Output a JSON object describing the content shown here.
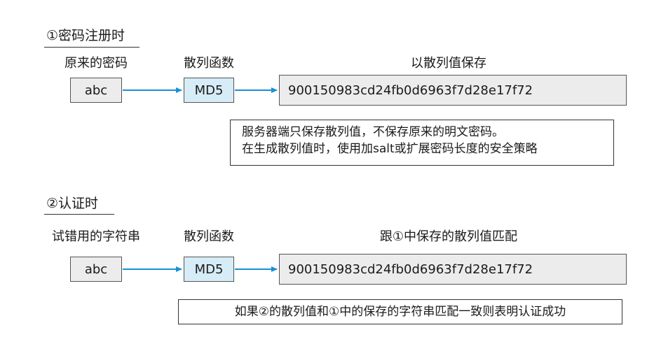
{
  "registration": {
    "title": "①密码注册时",
    "label_input": "原来的密码",
    "label_hash": "散列函数",
    "label_output": "以散列值保存",
    "input_value": "abc",
    "hash_name": "MD5",
    "output_value": "900150983cd24fb0d6963f7d28e17f72",
    "note_line1": "服务器端只保存散列值，不保存原来的明文密码。",
    "note_line2": "在生成散列值时，使用加salt或扩展密码长度的安全策略"
  },
  "authentication": {
    "title": "②认证时",
    "label_input": "试错用的字符串",
    "label_hash": "散列函数",
    "label_output": "跟①中保存的散列值匹配",
    "input_value": "abc",
    "hash_name": "MD5",
    "output_value": "900150983cd24fb0d6963f7d28e17f72",
    "note": "如果②的散列值和①中的保存的字符串匹配一致则表明认证成功"
  },
  "colors": {
    "arrow": "#1a8fd6",
    "hash_box_fill": "#d6ecf7",
    "gray_box_fill": "#ececec"
  }
}
